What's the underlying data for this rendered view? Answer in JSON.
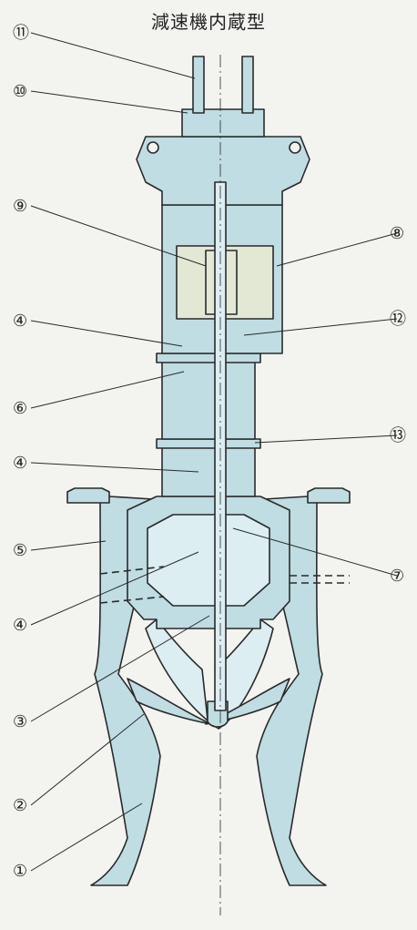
{
  "title": "減速機内蔵型",
  "colors": {
    "background": "#f3f3ef",
    "fill": "#bfdde2",
    "fill_light": "#dceef2",
    "stroke": "#2a2a2a"
  },
  "callouts": [
    {
      "id": "c11",
      "label": "⑪"
    },
    {
      "id": "c10",
      "label": "⑩"
    },
    {
      "id": "c9",
      "label": "⑨"
    },
    {
      "id": "c8",
      "label": "⑧"
    },
    {
      "id": "c4a",
      "label": "④"
    },
    {
      "id": "c12",
      "label": "⑫"
    },
    {
      "id": "c6",
      "label": "⑥"
    },
    {
      "id": "c13",
      "label": "⑬"
    },
    {
      "id": "c4b",
      "label": "④"
    },
    {
      "id": "c5",
      "label": "⑤"
    },
    {
      "id": "c7",
      "label": "⑦"
    },
    {
      "id": "c4c",
      "label": "④"
    },
    {
      "id": "c3",
      "label": "③"
    },
    {
      "id": "c2",
      "label": "②"
    },
    {
      "id": "c1",
      "label": "①"
    }
  ]
}
